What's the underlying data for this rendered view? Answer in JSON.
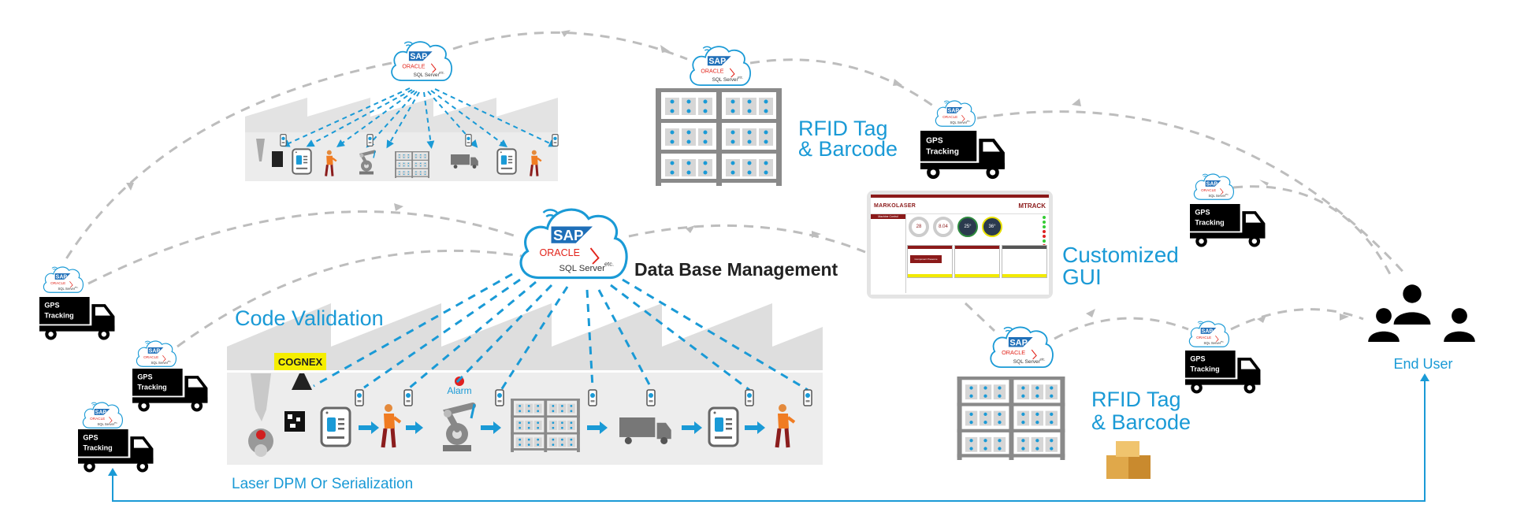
{
  "database": {
    "title": "Data Base Management"
  },
  "cloud": {
    "sap": "SAP",
    "oracle": "ORACLE",
    "sql": "SQL Server",
    "etc": "etc."
  },
  "truck": {
    "line1": "GPS",
    "line2": "Tracking"
  },
  "rfid_top": {
    "line1": "RFID Tag",
    "line2": "& Barcode"
  },
  "rfid_bottom": {
    "line1": "RFID Tag",
    "line2": "& Barcode"
  },
  "gui_label": {
    "line1": "Customized",
    "line2": "GUI"
  },
  "gui": {
    "brand": "MARKOLASER",
    "product": "MTRACK",
    "panel_title": "Machine Control",
    "gauges": [
      "28",
      "8.04",
      "25°",
      "36°"
    ],
    "button": "Component Presence"
  },
  "code_validation": "Code Validation",
  "cognex": "COGNEX",
  "alarm": "Alarm",
  "laser": "Laser DPM Or Serialization",
  "end_user": "End User",
  "colors": {
    "accent_blue": "#1a9ad6",
    "sap_blue": "#1f6fb8",
    "oracle_red": "#e2231a",
    "connector_gray": "#bdbdbd",
    "gui_red": "#8b1a1a",
    "cognex_yellow": "#f5ee00"
  }
}
